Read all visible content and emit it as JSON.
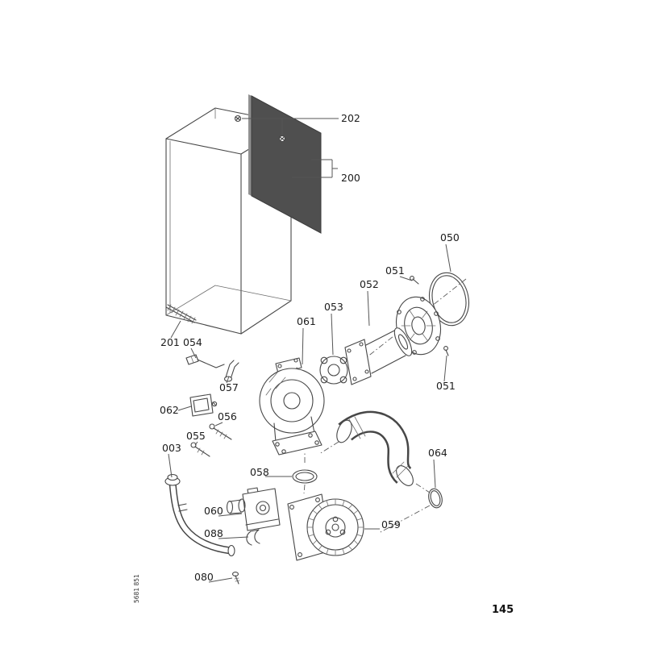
{
  "page": {
    "number": "145",
    "doc_code": "5681 851"
  },
  "labels": {
    "l202": "202",
    "l200": "200",
    "l201": "201",
    "l054": "054",
    "l050": "050",
    "l051": "051",
    "l052": "052",
    "l053": "053",
    "l061": "061",
    "l057": "057",
    "l062": "062",
    "l056": "056",
    "l055": "055",
    "l003": "003",
    "l058": "058",
    "l064": "064",
    "l060": "060",
    "l059": "059",
    "l088": "088",
    "l080": "080"
  },
  "colors": {
    "panel_fill": "#4f4f4f",
    "line": "#474747"
  }
}
